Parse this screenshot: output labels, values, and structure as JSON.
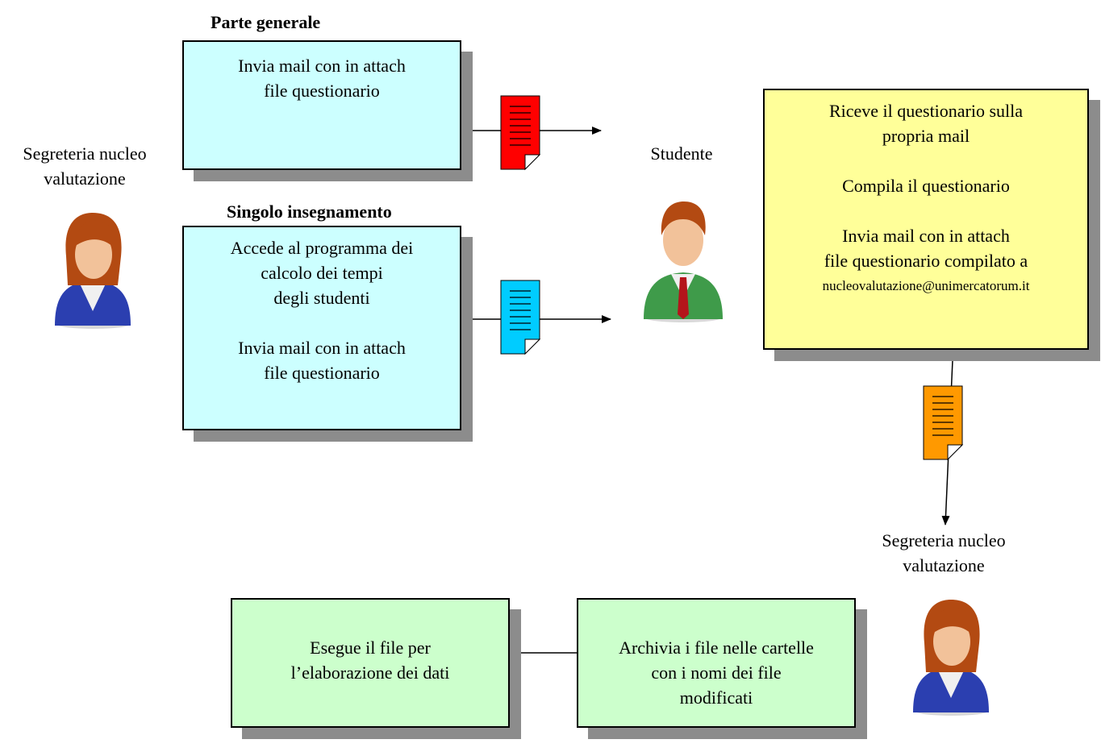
{
  "secretariat_top": {
    "label_line1": "Segreteria nucleo",
    "label_line2": "valutazione",
    "icon": "female-user-icon"
  },
  "general_section": {
    "heading": "Parte generale",
    "box_lines": [
      "Invia mail con in attach",
      "file questionario"
    ],
    "document": {
      "icon": "document-icon",
      "color": "#ff0000"
    }
  },
  "single_section": {
    "heading": "Singolo insegnamento",
    "box_lines_a": [
      "Accede al programma dei",
      "calcolo dei tempi",
      "degli studenti"
    ],
    "box_lines_b": [
      "Invia mail con in attach",
      "file questionario"
    ],
    "document": {
      "icon": "document-icon",
      "color": "#00ccff"
    }
  },
  "student": {
    "label": "Studente",
    "icon": "male-user-icon"
  },
  "student_box": {
    "line1": "Riceve il questionario sulla",
    "line2": "propria mail",
    "line3": "Compila il questionario",
    "line4": "Invia mail con in attach",
    "line5": "file questionario compilato a",
    "email": "nucleovalutazione@unimercatorum.it"
  },
  "return_document": {
    "icon": "document-icon",
    "color": "#ff9900"
  },
  "secretariat_bottom": {
    "label_line1": "Segreteria nucleo",
    "label_line2": "valutazione",
    "icon": "female-user-icon"
  },
  "archive_box": {
    "lines": [
      "Archivia i file nelle cartelle",
      "con i nomi dei file",
      "modificati"
    ]
  },
  "execute_box": {
    "lines": [
      "Esegue il file per",
      "l’elaborazione dei dati"
    ]
  },
  "colors": {
    "box_cyan": "#ccffff",
    "box_yellow": "#ffff99",
    "box_green": "#ccffcc",
    "shadow": "#8c8c8c"
  }
}
